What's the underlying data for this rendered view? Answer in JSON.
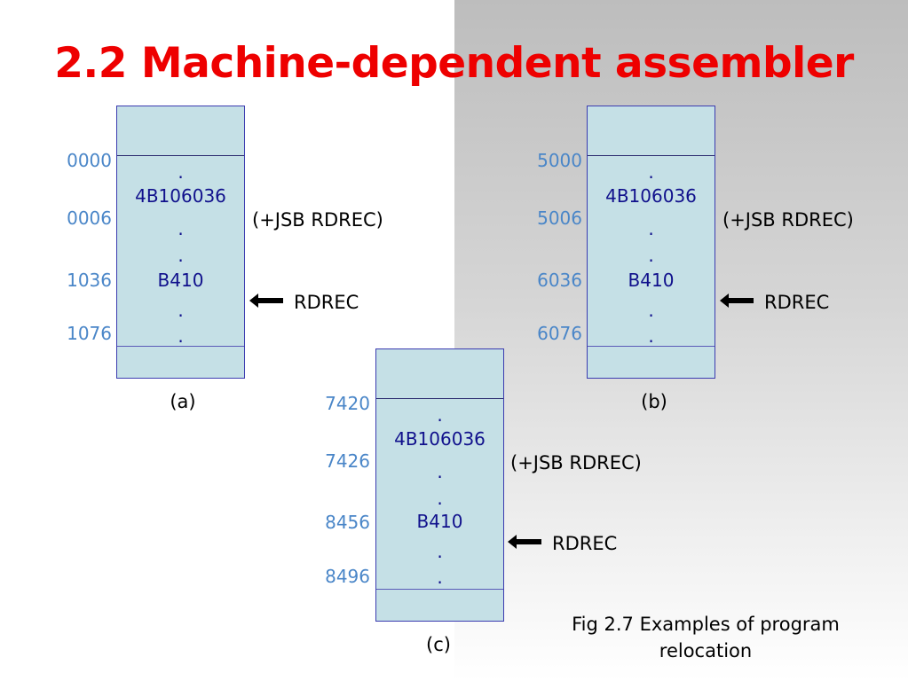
{
  "title": "2.2 Machine-dependent assembler",
  "panels": [
    {
      "caption": "(a)",
      "addresses": [
        "0000",
        "0006",
        "1036",
        "1076"
      ],
      "cells": [
        ".",
        "4B106036",
        ".",
        ".",
        "B410",
        ".",
        "."
      ],
      "jsb_note": "(+JSB  RDREC)",
      "rdrec_label": "RDREC"
    },
    {
      "caption": "(b)",
      "addresses": [
        "5000",
        "5006",
        "6036",
        "6076"
      ],
      "cells": [
        ".",
        "4B106036",
        ".",
        ".",
        "B410",
        ".",
        "."
      ],
      "jsb_note": "(+JSB  RDREC)",
      "rdrec_label": "RDREC"
    },
    {
      "caption": "(c)",
      "addresses": [
        "7420",
        "7426",
        "8456",
        "8496"
      ],
      "cells": [
        ".",
        "4B106036",
        ".",
        ".",
        "B410",
        ".",
        "."
      ],
      "jsb_note": "(+JSB  RDREC)",
      "rdrec_label": "RDREC"
    }
  ],
  "figure_caption_line1": "Fig 2.7 Examples of program",
  "figure_caption_line2": "relocation",
  "colors": {
    "title": "#ee0000",
    "memory_fill": "#c5e0e6",
    "memory_text": "#10108c",
    "address_text": "#4a86c8"
  }
}
